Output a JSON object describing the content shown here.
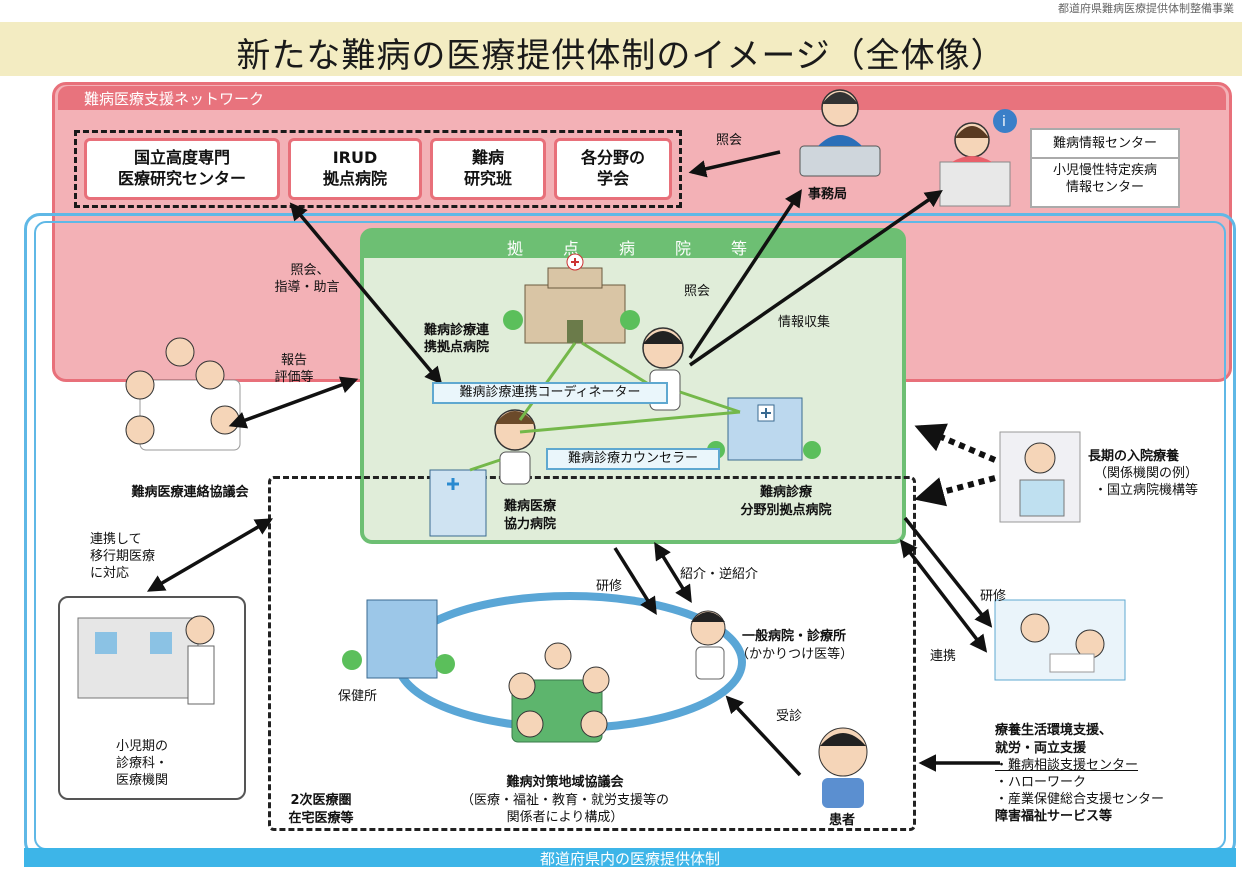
{
  "top_note": "都道府県難病医療提供体制整備事業",
  "title": "新たな難病の医療提供体制のイメージ（全体像）",
  "network": {
    "header": "難病医療支援ネットワーク",
    "boxes": [
      {
        "line1": "国立高度専門",
        "line2": "医療研究センター"
      },
      {
        "line1": "IRUD",
        "line2": "拠点病院"
      },
      {
        "line1": "難病",
        "line2": "研究班"
      },
      {
        "line1": "各分野の",
        "line2": "学会"
      }
    ],
    "inquiry_label": "照会",
    "office_label": "事務局",
    "info_centers": [
      "難病情報センター",
      "小児慢性特定疾病",
      "情報センター"
    ]
  },
  "hub": {
    "header": "拠　点　病　院　等",
    "inquiry": "照会",
    "info_collect": "情報収集",
    "coop_hospital_line1": "難病診療連",
    "coop_hospital_line2": "携拠点病院",
    "coordinator": "難病診療連携コーディネーター",
    "counselor": "難病診療カウンセラー",
    "cooperating_line1": "難病医療",
    "cooperating_line2": "協力病院",
    "specialty_line1": "難病診療",
    "specialty_line2": "分野別拠点病院"
  },
  "left": {
    "guidance_line1": "照会、",
    "guidance_line2": "指導・助言",
    "report_line1": "報告",
    "report_line2": "評価等",
    "council": "難病医療連絡協議会",
    "transition_line1": "連携して",
    "transition_line2": "移行期医療",
    "transition_line3": "に対応",
    "child_line1": "小児期の",
    "child_line2": "診療科・",
    "child_line3": "医療機関"
  },
  "local": {
    "training": "研修",
    "referral": "紹介・逆紹介",
    "general_clinic": "一般病院・診療所",
    "family_doctor": "（かかりつけ医等）",
    "health_center": "保健所",
    "regional_council": "難病対策地域協議会",
    "regional_council_sub1": "（医療・福祉・教育・就労支援等の",
    "regional_council_sub2": "関係者により構成）",
    "secondary_line1": "2次医療圏",
    "secondary_line2": "在宅医療等",
    "consult": "受診",
    "patient": "患者"
  },
  "right": {
    "long_term": "長期の入院療養",
    "long_term_ex": "（関係機関の例）",
    "long_term_item": "・国立病院機構等",
    "training": "研修",
    "cooperation": "連携",
    "support_line1": "療養生活環境支援、",
    "support_line2": "就労・両立支援",
    "support_items": [
      "・難病相談支援センター",
      "・ハローワーク",
      "・産業保健総合支援センター"
    ],
    "welfare": "障害福祉サービス等"
  },
  "footer": "都道府県内の医療提供体制"
}
